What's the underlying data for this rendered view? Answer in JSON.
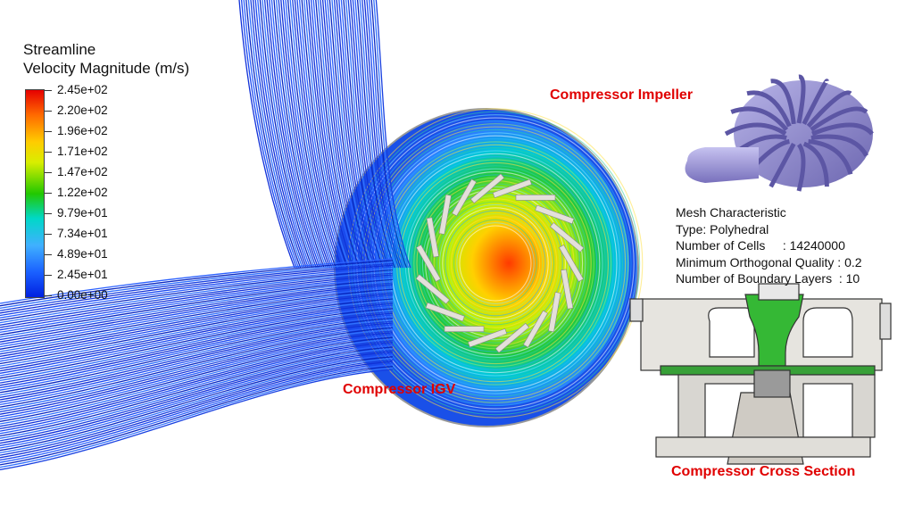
{
  "legend": {
    "title": "Streamline",
    "subtitle": "Velocity Magnitude (m/s)",
    "ticks": [
      "2.45e+02",
      "2.20e+02",
      "1.96e+02",
      "1.71e+02",
      "1.47e+02",
      "1.22e+02",
      "9.79e+01",
      "7.34e+01",
      "4.89e+01",
      "2.45e+01",
      "0.00e+00"
    ],
    "colors": [
      "#e60000",
      "#ff6a00",
      "#ffcc00",
      "#d8ee00",
      "#22c800",
      "#00d8c8",
      "#40b0ff",
      "#1a60ff",
      "#0020e0"
    ]
  },
  "labels": {
    "impeller": "Compressor Impeller",
    "igv": "Compressor IGV",
    "cross_section": "Compressor Cross Section"
  },
  "mesh": {
    "title": "Mesh Characteristic",
    "type": "Type: Polyhedral",
    "cells": "Number of Cells     : 14240000",
    "quality": "Minimum Orthogonal Quality : 0.2",
    "layers": "Number of Boundary Layers  : 10"
  },
  "colors": {
    "label_red": "#e00000",
    "streamline_blue": "#1a3fe0",
    "impeller_purple": "#8c86c8",
    "cross_green": "#33b833"
  }
}
